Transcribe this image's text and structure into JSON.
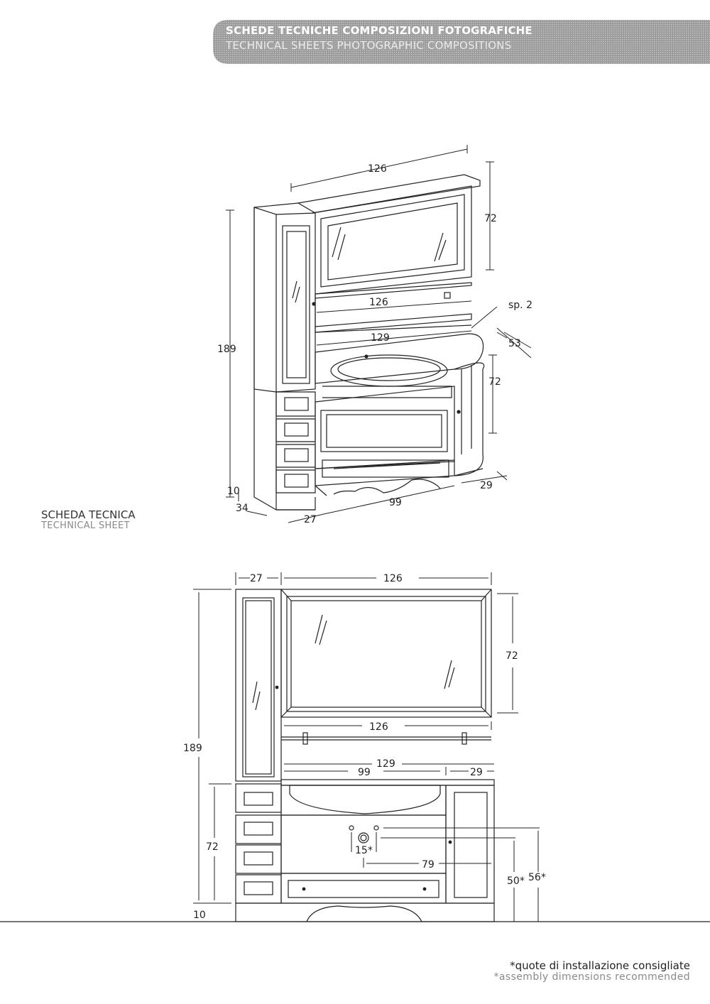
{
  "header": {
    "title": "SCHEDE TECNICHE COMPOSIZIONI FOTOGRAFICHE",
    "subtitle": "TECHNICAL SHEETS PHOTOGRAPHIC COMPOSITIONS"
  },
  "section": {
    "label_it": "SCHEDA TECNICA",
    "label_en": "TECHNICAL SHEET"
  },
  "perspective_view": {
    "dims": {
      "mirror_width": "126",
      "mirror_height": "72",
      "shelf_width": "126",
      "thickness": "sp. 2",
      "top_width": "129",
      "depth": "53",
      "base_height": "72",
      "total_height": "189",
      "plinth": "10",
      "column_depth": "34",
      "column_width": "27",
      "base_width": "99",
      "side_width": "29"
    }
  },
  "front_view": {
    "dims": {
      "column_width": "27",
      "mirror_width": "126",
      "mirror_height": "72",
      "total_height": "189",
      "shelf_width": "126",
      "top_width": "129",
      "base_width": "99",
      "side_width": "29",
      "base_height": "72",
      "hole_gap": "15*",
      "drain_offset": "79",
      "water_height": "50*",
      "water_height_2": "56*",
      "plinth": "10"
    }
  },
  "footnote": {
    "line_it": "*quote di installazione consigliate",
    "line_en": "*assembly dimensions recommended"
  }
}
